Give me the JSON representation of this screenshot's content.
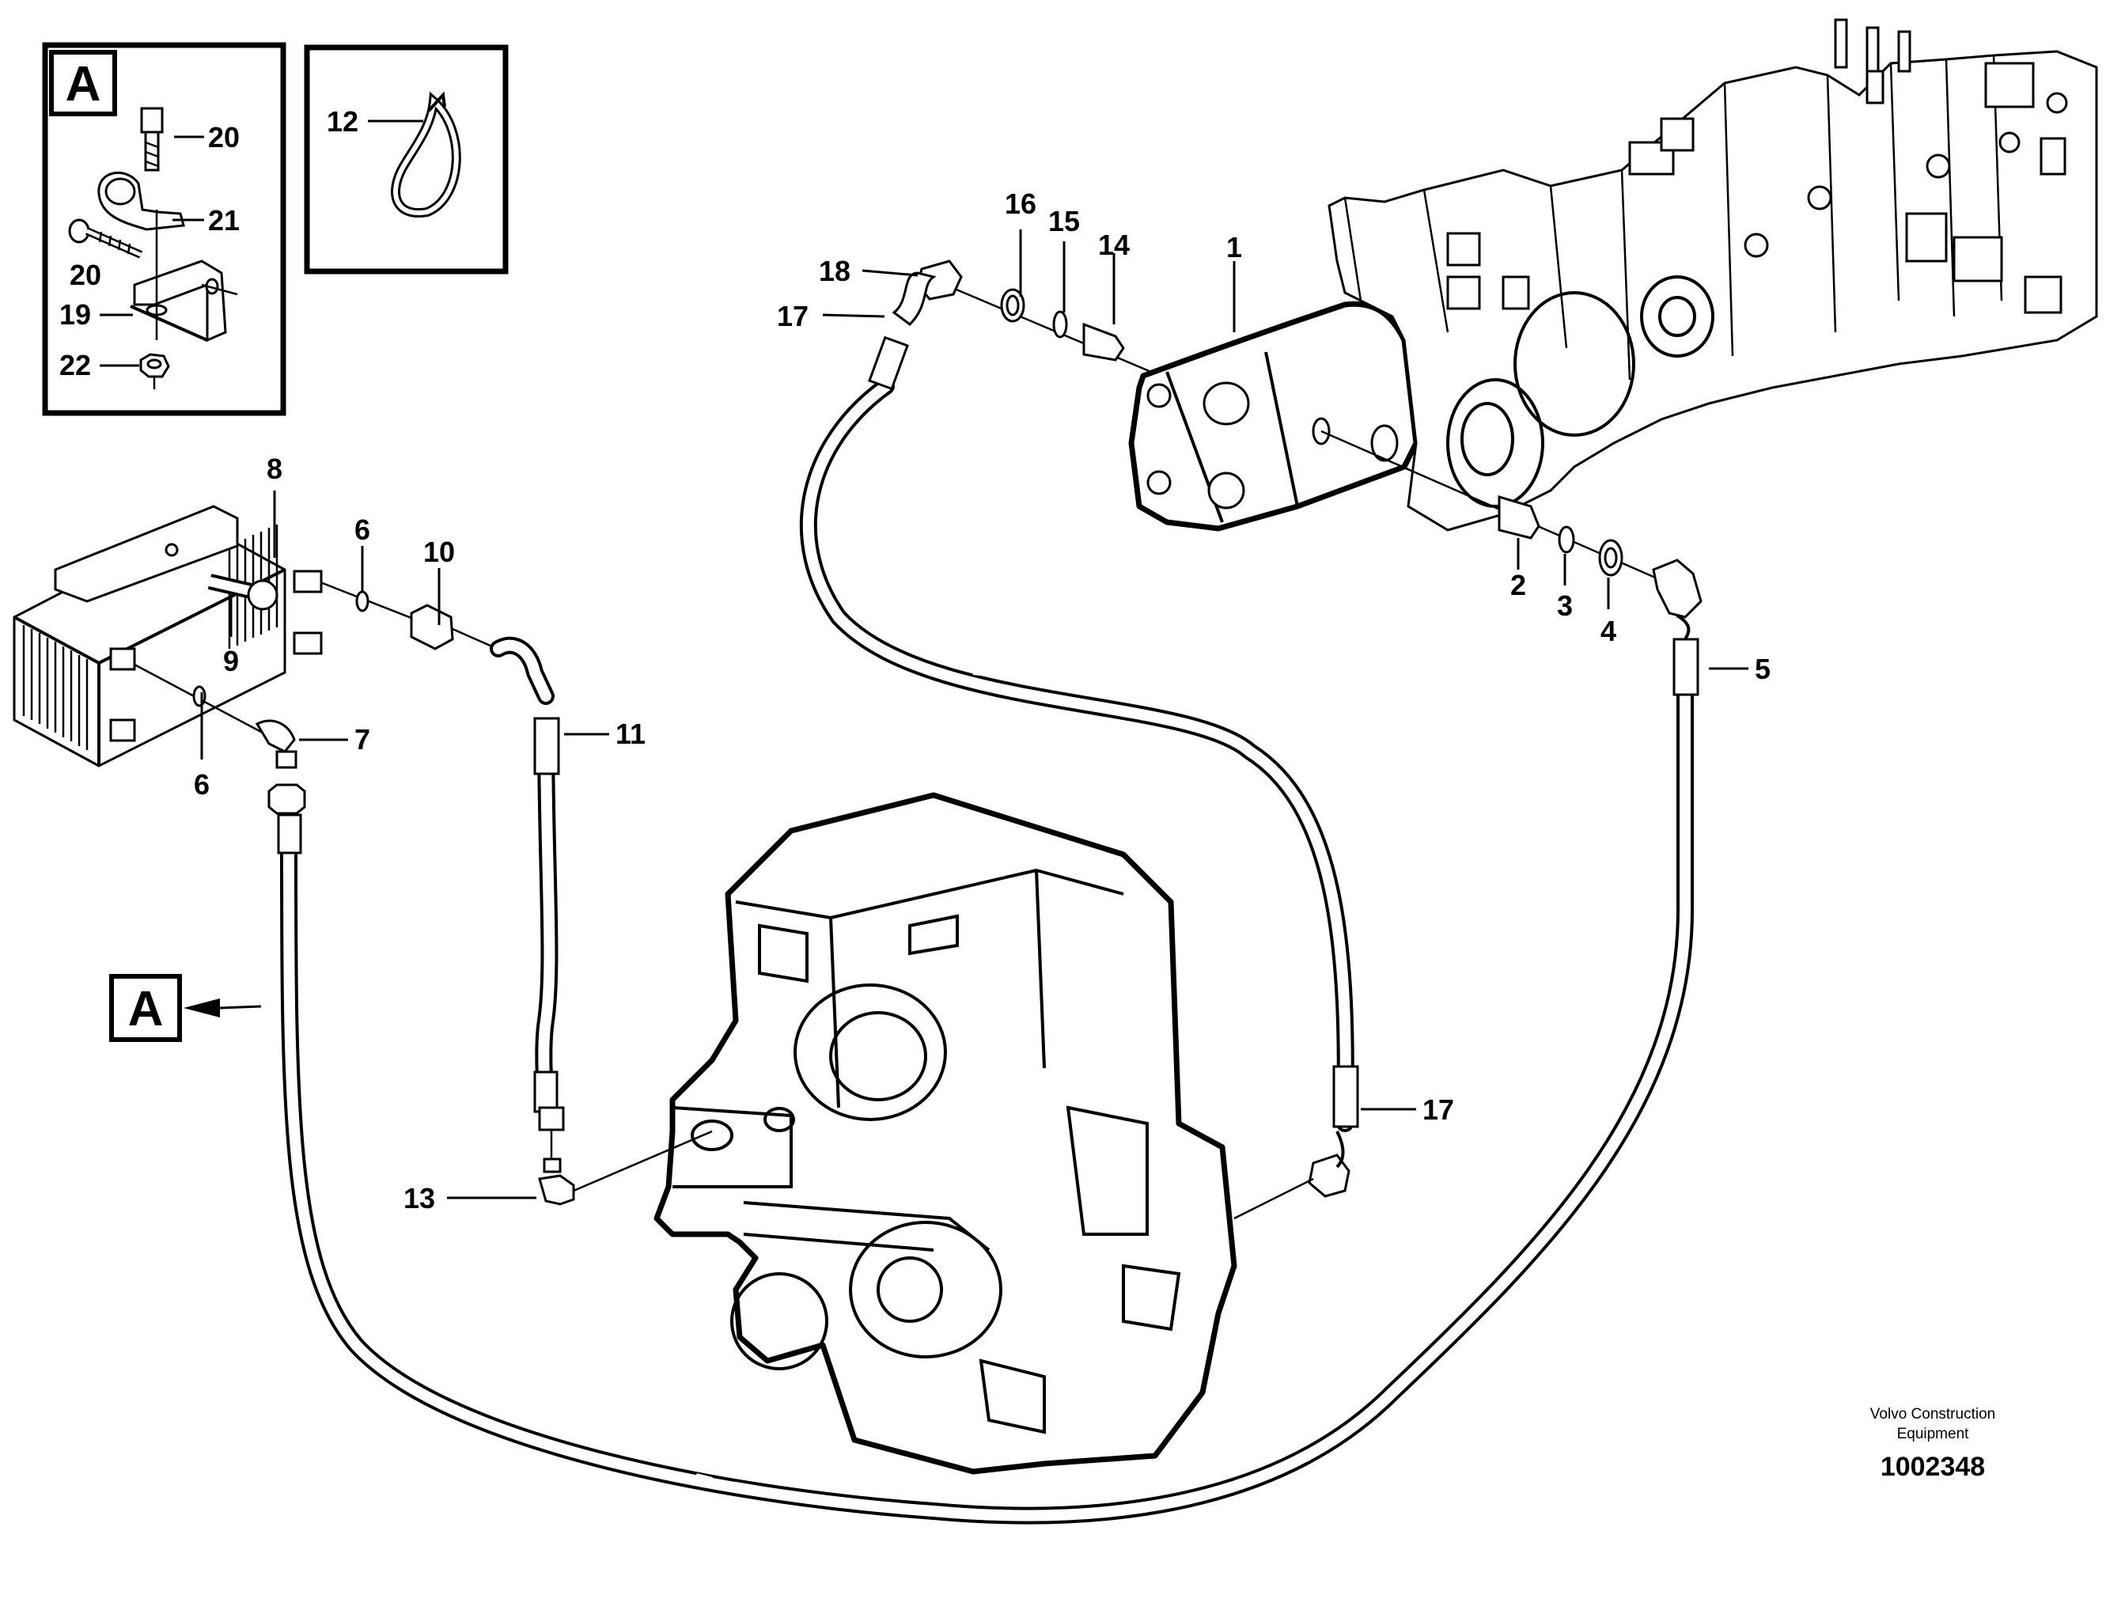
{
  "detail_box_a": {
    "letter": "A",
    "labels": {
      "bolt": "20",
      "clamp": "21",
      "screw": "20",
      "bracket": "19",
      "nut": "22"
    }
  },
  "detail_box_tie": {
    "label": "12"
  },
  "section_marker": {
    "letter": "A"
  },
  "part_labels": {
    "p1": "1",
    "p2": "2",
    "p3": "3",
    "p4": "4",
    "p5": "5",
    "p6a": "6",
    "p6b": "6",
    "p7": "7",
    "p8": "8",
    "p9": "9",
    "p10": "10",
    "p11": "11",
    "p13": "13",
    "p14": "14",
    "p15": "15",
    "p16": "16",
    "p17a": "17",
    "p17b": "17",
    "p18": "18"
  },
  "footer": {
    "company_line1": "Volvo Construction",
    "company_line2": "Equipment",
    "document_number": "1002348"
  }
}
